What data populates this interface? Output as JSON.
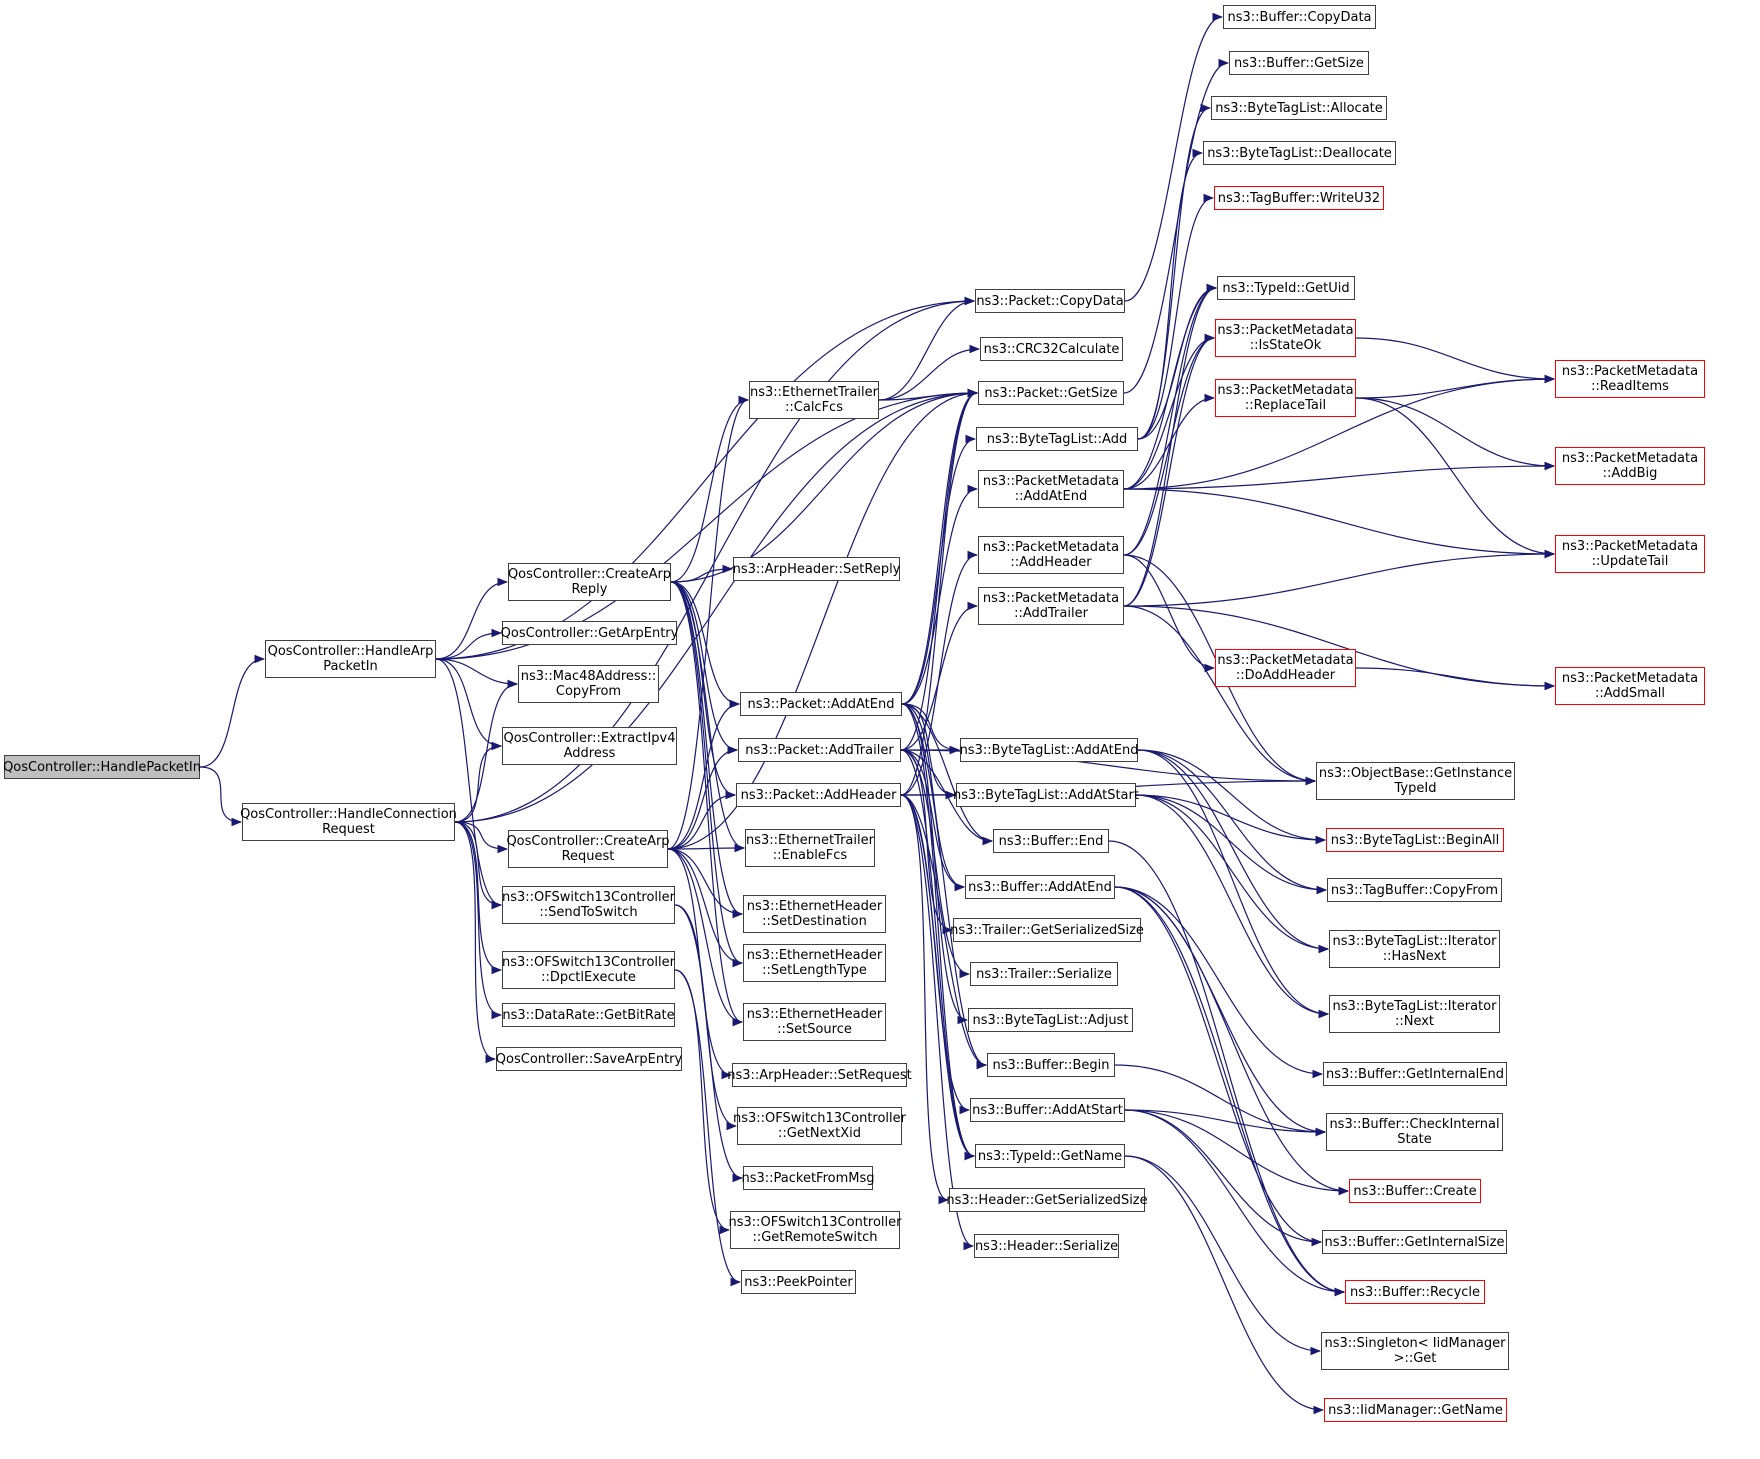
{
  "title": "QosController::HandlePacketIn call graph",
  "colors": {
    "edge": "#191970",
    "node_border": "#404040",
    "truncated_border": "#ff0000",
    "root_fill": "#bfbfbf"
  },
  "nodes": [
    {
      "id": "root",
      "lines": [
        "QosController::HandlePacketIn"
      ],
      "kind": "root"
    },
    {
      "id": "harp",
      "lines": [
        "QosController::HandleArp",
        "PacketIn"
      ]
    },
    {
      "id": "hconn",
      "lines": [
        "QosController::HandleConnection",
        "Request"
      ]
    },
    {
      "id": "carpreply",
      "lines": [
        "QosController::CreateArp",
        "Reply"
      ]
    },
    {
      "id": "getarp",
      "lines": [
        "QosController::GetArpEntry"
      ]
    },
    {
      "id": "mac48",
      "lines": [
        "ns3::Mac48Address::",
        "CopyFrom"
      ]
    },
    {
      "id": "extract",
      "lines": [
        "QosController::ExtractIpv4",
        "Address"
      ]
    },
    {
      "id": "carpreq",
      "lines": [
        "QosController::CreateArp",
        "Request"
      ]
    },
    {
      "id": "sendsw",
      "lines": [
        "ns3::OFSwitch13Controller",
        "::SendToSwitch"
      ]
    },
    {
      "id": "dpctl",
      "lines": [
        "ns3::OFSwitch13Controller",
        "::DpctlExecute"
      ]
    },
    {
      "id": "bitrate",
      "lines": [
        "ns3::DataRate::GetBitRate"
      ]
    },
    {
      "id": "savearp",
      "lines": [
        "QosController::SaveArpEntry"
      ]
    },
    {
      "id": "calcfcs",
      "lines": [
        "ns3::EthernetTrailer",
        "::CalcFcs"
      ]
    },
    {
      "id": "setreply",
      "lines": [
        "ns3::ArpHeader::SetReply"
      ]
    },
    {
      "id": "paddend",
      "lines": [
        "ns3::Packet::AddAtEnd"
      ]
    },
    {
      "id": "paddtrailer",
      "lines": [
        "ns3::Packet::AddTrailer"
      ]
    },
    {
      "id": "paddheader",
      "lines": [
        "ns3::Packet::AddHeader"
      ]
    },
    {
      "id": "enablefcs",
      "lines": [
        "ns3::EthernetTrailer",
        "::EnableFcs"
      ]
    },
    {
      "id": "setdest",
      "lines": [
        "ns3::EthernetHeader",
        "::SetDestination"
      ]
    },
    {
      "id": "setlen",
      "lines": [
        "ns3::EthernetHeader",
        "::SetLengthType"
      ]
    },
    {
      "id": "setsrc",
      "lines": [
        "ns3::EthernetHeader",
        "::SetSource"
      ]
    },
    {
      "id": "setreq",
      "lines": [
        "ns3::ArpHeader::SetRequest"
      ]
    },
    {
      "id": "nextxid",
      "lines": [
        "ns3::OFSwitch13Controller",
        "::GetNextXid"
      ]
    },
    {
      "id": "pktfrommsg",
      "lines": [
        "ns3::PacketFromMsg"
      ]
    },
    {
      "id": "remotesw",
      "lines": [
        "ns3::OFSwitch13Controller",
        "::GetRemoteSwitch"
      ]
    },
    {
      "id": "peek",
      "lines": [
        "ns3::PeekPointer"
      ]
    },
    {
      "id": "pcopydata",
      "lines": [
        "ns3::Packet::CopyData"
      ]
    },
    {
      "id": "crc",
      "lines": [
        "ns3::CRC32Calculate"
      ]
    },
    {
      "id": "pgetsize",
      "lines": [
        "ns3::Packet::GetSize"
      ]
    },
    {
      "id": "btladd",
      "lines": [
        "ns3::ByteTagList::Add"
      ]
    },
    {
      "id": "pmaddend",
      "lines": [
        "ns3::PacketMetadata",
        "::AddAtEnd"
      ]
    },
    {
      "id": "pmaddheader",
      "lines": [
        "ns3::PacketMetadata",
        "::AddHeader"
      ]
    },
    {
      "id": "pmaddtrailer",
      "lines": [
        "ns3::PacketMetadata",
        "::AddTrailer"
      ]
    },
    {
      "id": "btladdend",
      "lines": [
        "ns3::ByteTagList::AddAtEnd"
      ]
    },
    {
      "id": "btladdstart",
      "lines": [
        "ns3::ByteTagList::AddAtStart"
      ]
    },
    {
      "id": "bufend",
      "lines": [
        "ns3::Buffer::End"
      ]
    },
    {
      "id": "bufaddend",
      "lines": [
        "ns3::Buffer::AddAtEnd"
      ]
    },
    {
      "id": "trgss",
      "lines": [
        "ns3::Trailer::GetSerializedSize"
      ]
    },
    {
      "id": "trser",
      "lines": [
        "ns3::Trailer::Serialize"
      ]
    },
    {
      "id": "btladjust",
      "lines": [
        "ns3::ByteTagList::Adjust"
      ]
    },
    {
      "id": "bufbegin",
      "lines": [
        "ns3::Buffer::Begin"
      ]
    },
    {
      "id": "bufaddstart",
      "lines": [
        "ns3::Buffer::AddAtStart"
      ]
    },
    {
      "id": "tidgetname",
      "lines": [
        "ns3::TypeId::GetName"
      ]
    },
    {
      "id": "hdrgss",
      "lines": [
        "ns3::Header::GetSerializedSize"
      ]
    },
    {
      "id": "hdrser",
      "lines": [
        "ns3::Header::Serialize"
      ]
    },
    {
      "id": "bufcopydata",
      "lines": [
        "ns3::Buffer::CopyData"
      ]
    },
    {
      "id": "bufgetsize",
      "lines": [
        "ns3::Buffer::GetSize"
      ]
    },
    {
      "id": "btlalloc",
      "lines": [
        "ns3::ByteTagList::Allocate"
      ]
    },
    {
      "id": "btldealloc",
      "lines": [
        "ns3::ByteTagList::Deallocate"
      ]
    },
    {
      "id": "tbwrite",
      "lines": [
        "ns3::TagBuffer::WriteU32"
      ],
      "kind": "trunc"
    },
    {
      "id": "tidgetuid",
      "lines": [
        "ns3::TypeId::GetUid"
      ]
    },
    {
      "id": "pmisok",
      "lines": [
        "ns3::PacketMetadata",
        "::IsStateOk"
      ],
      "kind": "trunc"
    },
    {
      "id": "pmreplace",
      "lines": [
        "ns3::PacketMetadata",
        "::ReplaceTail"
      ],
      "kind": "trunc"
    },
    {
      "id": "pmdoadd",
      "lines": [
        "ns3::PacketMetadata",
        "::DoAddHeader"
      ],
      "kind": "trunc"
    },
    {
      "id": "obgit",
      "lines": [
        "ns3::ObjectBase::GetInstance",
        "TypeId"
      ]
    },
    {
      "id": "btlbeginall",
      "lines": [
        "ns3::ByteTagList::BeginAll"
      ],
      "kind": "trunc"
    },
    {
      "id": "tbcopyfrom",
      "lines": [
        "ns3::TagBuffer::CopyFrom"
      ]
    },
    {
      "id": "itnext_has",
      "lines": [
        "ns3::ByteTagList::Iterator",
        "::HasNext"
      ]
    },
    {
      "id": "itnext",
      "lines": [
        "ns3::ByteTagList::Iterator",
        "::Next"
      ]
    },
    {
      "id": "bufgie",
      "lines": [
        "ns3::Buffer::GetInternalEnd"
      ]
    },
    {
      "id": "bufcheck",
      "lines": [
        "ns3::Buffer::CheckInternal",
        "State"
      ]
    },
    {
      "id": "bufcreate",
      "lines": [
        "ns3::Buffer::Create"
      ],
      "kind": "trunc"
    },
    {
      "id": "bufgis",
      "lines": [
        "ns3::Buffer::GetInternalSize"
      ]
    },
    {
      "id": "bufrecycle",
      "lines": [
        "ns3::Buffer::Recycle"
      ],
      "kind": "trunc"
    },
    {
      "id": "singleton",
      "lines": [
        "ns3::Singleton< IidManager",
        ">::Get"
      ]
    },
    {
      "id": "iidgetname",
      "lines": [
        "ns3::IidManager::GetName"
      ],
      "kind": "trunc"
    },
    {
      "id": "pmreaditems",
      "lines": [
        "ns3::PacketMetadata",
        "::ReadItems"
      ],
      "kind": "trunc"
    },
    {
      "id": "pmaddbig",
      "lines": [
        "ns3::PacketMetadata",
        "::AddBig"
      ],
      "kind": "trunc"
    },
    {
      "id": "pmupdatetail",
      "lines": [
        "ns3::PacketMetadata",
        "::UpdateTail"
      ],
      "kind": "trunc"
    },
    {
      "id": "pmaddsmall",
      "lines": [
        "ns3::PacketMetadata",
        "::AddSmall"
      ],
      "kind": "trunc"
    }
  ],
  "edges": [
    [
      "root",
      "harp"
    ],
    [
      "root",
      "hconn"
    ],
    [
      "harp",
      "pcopydata"
    ],
    [
      "harp",
      "pgetsize"
    ],
    [
      "harp",
      "carpreply"
    ],
    [
      "harp",
      "getarp"
    ],
    [
      "harp",
      "mac48"
    ],
    [
      "harp",
      "extract"
    ],
    [
      "harp",
      "sendsw"
    ],
    [
      "hconn",
      "pcopydata"
    ],
    [
      "hconn",
      "pgetsize"
    ],
    [
      "hconn",
      "mac48"
    ],
    [
      "hconn",
      "extract"
    ],
    [
      "hconn",
      "carpreq"
    ],
    [
      "hconn",
      "sendsw"
    ],
    [
      "hconn",
      "dpctl"
    ],
    [
      "hconn",
      "bitrate"
    ],
    [
      "hconn",
      "savearp"
    ],
    [
      "carpreply",
      "calcfcs"
    ],
    [
      "carpreply",
      "pgetsize"
    ],
    [
      "carpreply",
      "setreply"
    ],
    [
      "carpreply",
      "paddend"
    ],
    [
      "carpreply",
      "paddtrailer"
    ],
    [
      "carpreply",
      "paddheader"
    ],
    [
      "carpreply",
      "enablefcs"
    ],
    [
      "carpreply",
      "setdest"
    ],
    [
      "carpreply",
      "setlen"
    ],
    [
      "carpreply",
      "setsrc"
    ],
    [
      "carpreq",
      "calcfcs"
    ],
    [
      "carpreq",
      "pgetsize"
    ],
    [
      "carpreq",
      "paddend"
    ],
    [
      "carpreq",
      "paddtrailer"
    ],
    [
      "carpreq",
      "paddheader"
    ],
    [
      "carpreq",
      "enablefcs"
    ],
    [
      "carpreq",
      "setdest"
    ],
    [
      "carpreq",
      "setlen"
    ],
    [
      "carpreq",
      "setsrc"
    ],
    [
      "carpreq",
      "setreq"
    ],
    [
      "sendsw",
      "nextxid"
    ],
    [
      "sendsw",
      "pktfrommsg"
    ],
    [
      "dpctl",
      "remotesw"
    ],
    [
      "dpctl",
      "peek"
    ],
    [
      "calcfcs",
      "pcopydata"
    ],
    [
      "calcfcs",
      "crc"
    ],
    [
      "calcfcs",
      "pgetsize"
    ],
    [
      "pcopydata",
      "bufcopydata"
    ],
    [
      "pgetsize",
      "bufgetsize"
    ],
    [
      "paddend",
      "pgetsize"
    ],
    [
      "paddend",
      "btladd"
    ],
    [
      "paddend",
      "pmaddend"
    ],
    [
      "paddend",
      "btladdend"
    ],
    [
      "paddend",
      "btladdstart"
    ],
    [
      "paddend",
      "bufend"
    ],
    [
      "paddend",
      "bufaddend"
    ],
    [
      "paddend",
      "btladjust"
    ],
    [
      "paddend",
      "bufbegin"
    ],
    [
      "paddend",
      "tidgetname"
    ],
    [
      "paddtrailer",
      "pgetsize"
    ],
    [
      "paddtrailer",
      "pmaddtrailer"
    ],
    [
      "paddtrailer",
      "btladdend"
    ],
    [
      "paddtrailer",
      "obgit"
    ],
    [
      "paddtrailer",
      "bufaddend"
    ],
    [
      "paddtrailer",
      "trgss"
    ],
    [
      "paddtrailer",
      "trser"
    ],
    [
      "paddtrailer",
      "bufend"
    ],
    [
      "paddtrailer",
      "tidgetname"
    ],
    [
      "paddheader",
      "pgetsize"
    ],
    [
      "paddheader",
      "pmaddheader"
    ],
    [
      "paddheader",
      "btladdstart"
    ],
    [
      "paddheader",
      "obgit"
    ],
    [
      "paddheader",
      "bufaddstart"
    ],
    [
      "paddheader",
      "hdrgss"
    ],
    [
      "paddheader",
      "hdrser"
    ],
    [
      "paddheader",
      "bufbegin"
    ],
    [
      "paddheader",
      "tidgetname"
    ],
    [
      "btladd",
      "tidgetuid"
    ],
    [
      "btladd",
      "btlalloc"
    ],
    [
      "btladd",
      "tbwrite"
    ],
    [
      "btladd",
      "btldealloc"
    ],
    [
      "pmaddend",
      "tidgetuid"
    ],
    [
      "pmaddend",
      "pmisok"
    ],
    [
      "pmaddend",
      "pmreplace"
    ],
    [
      "pmaddend",
      "pmaddbig"
    ],
    [
      "pmaddend",
      "pmupdatetail"
    ],
    [
      "pmaddend",
      "pmreaditems"
    ],
    [
      "pmaddheader",
      "tidgetuid"
    ],
    [
      "pmaddheader",
      "pmisok"
    ],
    [
      "pmaddheader",
      "pmdoadd"
    ],
    [
      "pmaddheader",
      "obgit"
    ],
    [
      "pmaddtrailer",
      "tidgetuid"
    ],
    [
      "pmaddtrailer",
      "pmisok"
    ],
    [
      "pmaddtrailer",
      "pmupdatetail"
    ],
    [
      "pmaddtrailer",
      "pmaddsmall"
    ],
    [
      "pmaddtrailer",
      "obgit"
    ],
    [
      "pmisok",
      "pmreaditems"
    ],
    [
      "pmreplace",
      "pmreaditems"
    ],
    [
      "pmreplace",
      "pmaddbig"
    ],
    [
      "pmreplace",
      "pmupdatetail"
    ],
    [
      "pmdoadd",
      "pmaddsmall"
    ],
    [
      "btladdend",
      "btlbeginall"
    ],
    [
      "btladdend",
      "tbcopyfrom"
    ],
    [
      "btladdend",
      "itnext_has"
    ],
    [
      "btladdend",
      "itnext"
    ],
    [
      "btladdstart",
      "btlbeginall"
    ],
    [
      "btladdstart",
      "tbcopyfrom"
    ],
    [
      "btladdstart",
      "itnext_has"
    ],
    [
      "btladdstart",
      "itnext"
    ],
    [
      "bufend",
      "bufrecycle"
    ],
    [
      "bufaddend",
      "bufgie"
    ],
    [
      "bufaddend",
      "bufcheck"
    ],
    [
      "bufaddend",
      "bufcreate"
    ],
    [
      "bufaddend",
      "bufgis"
    ],
    [
      "bufaddend",
      "bufrecycle"
    ],
    [
      "bufbegin",
      "bufcheck"
    ],
    [
      "bufaddstart",
      "bufcheck"
    ],
    [
      "bufaddstart",
      "bufcreate"
    ],
    [
      "bufaddstart",
      "bufgis"
    ],
    [
      "bufaddstart",
      "bufrecycle"
    ],
    [
      "tidgetname",
      "singleton"
    ],
    [
      "tidgetname",
      "iidgetname"
    ]
  ]
}
